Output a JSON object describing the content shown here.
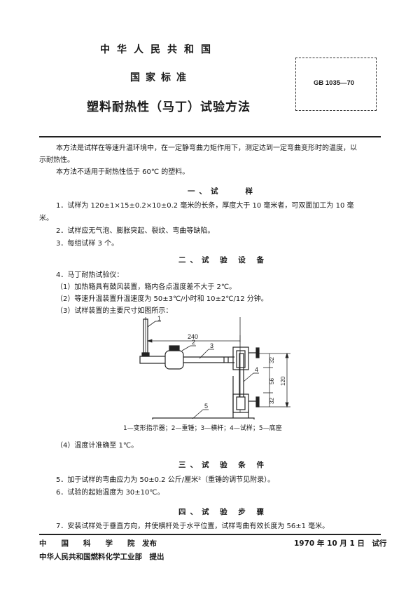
{
  "header": {
    "country": "中华人民共和国",
    "standard_type": "国家标准",
    "title": "塑料耐热性（马丁）试验方法",
    "standard_code": "GB 1035—70"
  },
  "intro": {
    "line1": "本方法是试样在等速升温环境中，在一定静弯曲力矩作用下，测定达到一定弯曲变形时的温度，以",
    "line2": "示耐热性。",
    "line3": "本方法不适用于耐热性低于 60℃ 的塑料。"
  },
  "sections": [
    {
      "title": "一、试　　样",
      "items": [
        "1．试样为 120±1×15±0.2×10±0.2 毫米的长条，厚度大于 10 毫米者，可双面加工为 10 毫",
        "米。",
        "2．试样应无气泡、膨胀突起、裂纹、弯曲等缺陷。",
        "3．每组试样 3 个。"
      ]
    },
    {
      "title": "二、试 验 设 备",
      "items": [
        "4．马丁耐热试验仪：",
        "（1）加热箱具有鼓风装置，箱内各点温度差不大于 2℃。",
        "（2）等速升温装置升温速度为 50±3℃/小时和 10±2℃/12 分钟。",
        "（3）试样装置的主要尺寸如图所示：",
        "（4）温度计准确至 1℃。"
      ]
    },
    {
      "title": "三、试 验 条 件",
      "items": [
        "5．加于试样的弯曲应力为 50±0.2 公斤/厘米²（重锤的调节见附录）。",
        "6．试验的起始温度为 30±10℃。"
      ]
    },
    {
      "title": "四、试 验 步 骤",
      "items": [
        "7．安装试样处于垂直方向，并使横杆处于水平位置，试样弯曲有效长度为 56±1 毫米。"
      ]
    }
  ],
  "figure": {
    "labels": [
      "1",
      "2",
      "3",
      "4",
      "5"
    ],
    "dimensions": {
      "horizontal": "240",
      "top_segment": "32",
      "middle_segment": "56",
      "bottom_segment": "32",
      "total": "120"
    },
    "caption": "1—变形指示器；2—重锤；3—横杆；4—试样；5—底座"
  },
  "footer": {
    "issuer": "中　　国　　科　　学　　院　发布",
    "date": "1970 年 10 月 1 日　试行",
    "proposer": "中华人民共和国燃料化学工业部　提出"
  }
}
